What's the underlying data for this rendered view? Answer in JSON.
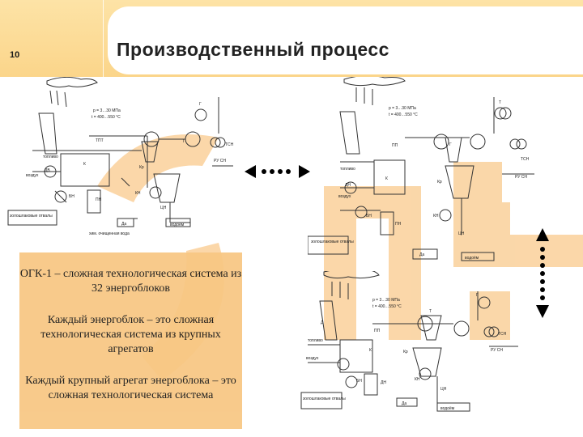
{
  "slide": {
    "number": "10",
    "title": "Производственный процесс"
  },
  "callout": {
    "paragraph_1": "ОГК-1 – сложная технологическая система из 32 энергоблоков",
    "paragraph_2": "Каждый энергоблок – это сложная технологическая система из крупных агрегатов",
    "paragraph_3": "Каждый крупный агрегат энергоблока – это сложная технологическая система"
  },
  "diagram_labels": {
    "pressure": "р = 3…30 МПа",
    "temperature": "t = 400…550 °С",
    "turbine_label": "ТПТ",
    "boiler": "К",
    "pp": "ПП",
    "g": "Г",
    "t": "Т",
    "tsn": "ТСН",
    "ru_sn": "РУ СН",
    "fuel": "топливо",
    "air": "воздух",
    "dv": "ДВ",
    "dn": "ДН",
    "kn": "КН",
    "kp": "Кр",
    "bn": "БН",
    "pn": "ПН",
    "cn": "ЦН",
    "de": "Да",
    "ash": "золошлаковые отвалы",
    "water": "водоём",
    "chem": "хим. очищенная вода",
    "d": "Д"
  },
  "colors": {
    "header": "#fbd58a",
    "callout": "#f8c783",
    "watermark": "#f7b763"
  },
  "icons": {
    "horizontal": "double-headed-dotted-arrow",
    "vertical": "double-headed-dotted-arrow"
  }
}
